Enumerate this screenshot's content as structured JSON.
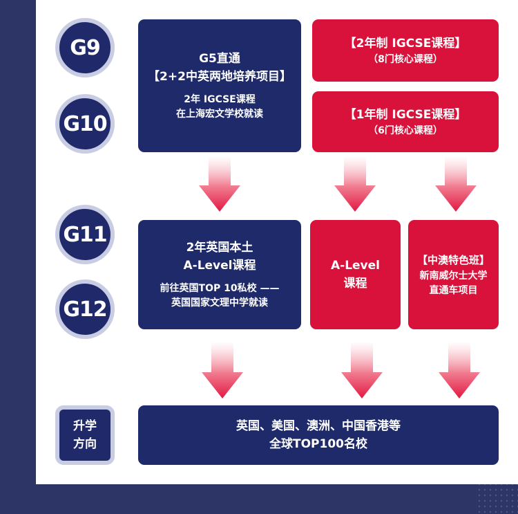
{
  "grades": {
    "g9": "G9",
    "g10": "G10",
    "g11": "G11",
    "g12": "G12",
    "destination_line1": "升学",
    "destination_line2": "方向"
  },
  "g9_g10": {
    "left": {
      "line1": "G5直通",
      "line2": "【2+2中英两地培养项目】",
      "line3": "2年 IGCSE课程",
      "line4": "在上海宏文学校就读"
    },
    "right_top": {
      "line1": "【2年制 IGCSE课程】",
      "line2": "（8门核心课程）"
    },
    "right_bottom": {
      "line1": "【1年制 IGCSE课程】",
      "line2": "（6门核心课程）"
    }
  },
  "g11_g12": {
    "left": {
      "line1": "2年英国本土",
      "line2": "A-Level课程",
      "line3": "前往英国TOP 10私校 ——",
      "line4": "英国国家文理中学就读"
    },
    "middle": {
      "line1": "A-Level",
      "line2": "课程"
    },
    "right": {
      "line1": "【中澳特色班】",
      "line2": "新南威尔士大学",
      "line3": "直通车项目"
    }
  },
  "destination": {
    "line1": "英国、美国、澳洲、中国香港等",
    "line2": "全球TOP100名校"
  },
  "colors": {
    "navy": "#1e2a6a",
    "red": "#d8123a",
    "background": "#2c3566"
  }
}
